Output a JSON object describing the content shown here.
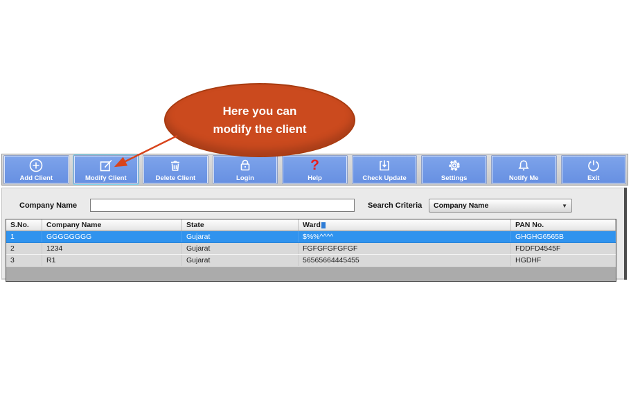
{
  "callout": {
    "text_line1": "Here you can",
    "text_line2": "modify the client"
  },
  "toolbar": {
    "buttons": [
      {
        "label": "Add Client",
        "icon": "plus-circle-icon"
      },
      {
        "label": "Modify Client",
        "icon": "edit-icon",
        "focused": true
      },
      {
        "label": "Delete Client",
        "icon": "trash-icon"
      },
      {
        "label": "Login",
        "icon": "lock-icon"
      },
      {
        "label": "Help",
        "icon": "question-mark-icon"
      },
      {
        "label": "Check Update",
        "icon": "download-icon"
      },
      {
        "label": "Settings",
        "icon": "gear-icon"
      },
      {
        "label": "Notify Me",
        "icon": "bell-icon"
      },
      {
        "label": "Exit",
        "icon": "power-icon"
      }
    ]
  },
  "search": {
    "company_label": "Company Name",
    "input_value": "",
    "criteria_label": "Search Criteria",
    "criteria_value": "Company Name",
    "dropdown_arrow": "▼"
  },
  "table": {
    "headers": [
      "S.No.",
      "Company Name",
      "State",
      "Ward",
      "PAN No."
    ],
    "rows": [
      [
        "1",
        "GGGGGGGG",
        "Gujarat",
        "$%%^^^^",
        "GHGHG6565B"
      ],
      [
        "2",
        "1234",
        "Gujarat",
        "FGFGFGFGFGF",
        "FDDFD4545F"
      ],
      [
        "3",
        "R1",
        "Gujarat",
        "56565664445455",
        "HGDHF"
      ]
    ],
    "selected_row": 1
  },
  "colors": {
    "button_blue": "#6E96E6",
    "selected_row_blue": "#3093EE",
    "callout_orange": "#CB4A1E",
    "help_red": "#E62020"
  }
}
